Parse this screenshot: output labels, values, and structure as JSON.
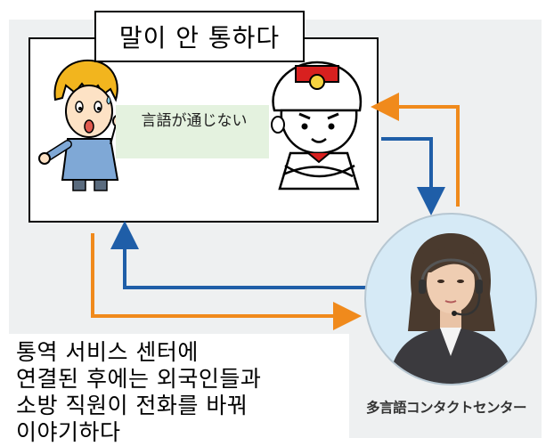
{
  "title": "말이 안 통하다",
  "speech_label": "言語が通じない",
  "caption_lines": [
    "통역 서비스 센터에",
    "연결된 후에는 외국인들과",
    "소방 직원이 전화를 바꿔",
    "이야기하다"
  ],
  "center_label": "多言語コンタクトセンター",
  "colors": {
    "orange_arrow": "#f08a1c",
    "blue_arrow": "#1f5ea8",
    "speech_bg": "#e4f2df"
  }
}
